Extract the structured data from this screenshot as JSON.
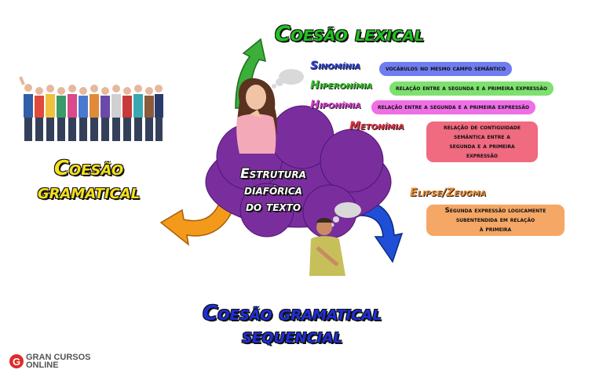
{
  "titles": {
    "lexical": "Coesão lexical",
    "gramatical_line1": "Coesão",
    "gramatical_line2": "gramatical",
    "sequencial_line1": "Coesão gramatical",
    "sequencial_line2": "sequencial"
  },
  "center": {
    "line1": "Estrutura diafórica",
    "line2": "do texto"
  },
  "lexical_items": [
    {
      "term": "Sinomínia",
      "term_color": "#2a3fd6",
      "pill_color": "#6f7df0",
      "description": "vocábulos no mesmo campo semântico"
    },
    {
      "term": "Hiperonímia",
      "term_color": "#35c62a",
      "pill_color": "#7ee06f",
      "description": "relação entre a segunda e a primeira expressão"
    },
    {
      "term": "Hiponímia",
      "term_color": "#d63ccf",
      "pill_color": "#ee6fe6",
      "description": "relação entre a segunda e a primeira expressão"
    },
    {
      "term": "Metonímia",
      "term_color": "#e53245",
      "pill_color": "#f06a80",
      "description_lines": [
        "relação de contiguidade",
        "semântica entre a",
        "segunda e a primeira",
        "expressão"
      ]
    }
  ],
  "grammatical_item": {
    "term": "Elipse/Zeugma",
    "term_color": "#f08a2a",
    "pill_color": "#f5a765",
    "description_lines": [
      "Segunda expressão logicamente",
      "subentendida em relação",
      "à primeira"
    ]
  },
  "logo": {
    "mark": "G",
    "line1": "GRAN CURSOS",
    "line2": "ONLINE"
  },
  "colors": {
    "cloud": "#7a2e9e",
    "arrow_green": "#3cae3a",
    "arrow_orange": "#f49a1a",
    "arrow_blue": "#1f4fd6"
  }
}
